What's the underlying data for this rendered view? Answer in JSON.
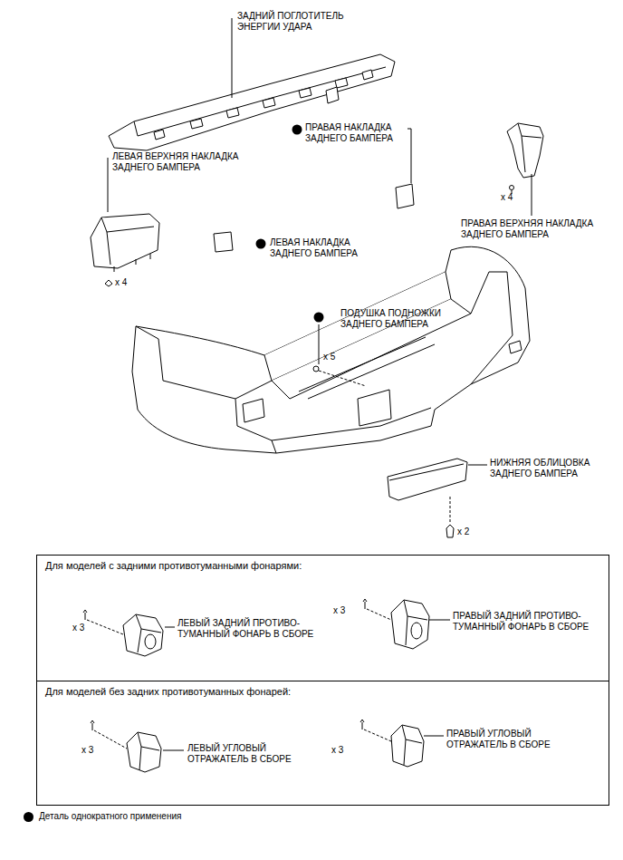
{
  "diagram": {
    "nodes": [
      {
        "text": [
          "Для моделей с задними противотуманными фонарями:"
        ]
      },
      {
        "text": [
          "Для моделей без задних противотуманных фонарей:"
        ]
      }
    ],
    "labels": [
      "ЗАДНИЙ ПОГЛОТИТЕЛЬ ЭНЕРГИИ УДАРА",
      "ПРАВАЯ НАКЛАДКА ЗАДНЕГО БАМПЕРА",
      "ЛЕВАЯ ВЕРХНЯЯ НАКЛАДКА ЗАДНЕГО БАМПЕРА",
      "x 4",
      "ПРАВАЯ ВЕРХНЯЯ НАКЛАДКА ЗАДНЕГО БАМПЕРА",
      "ЛЕВАЯ НАКЛАДКА ЗАДНЕГО БАМПЕРА",
      "x 4",
      "ПОДУШКА ПОДНОЖКИ ЗАДНЕГО БАМПЕРА",
      "x 5",
      "НИЖНЯЯ ОБЛИЦОВКА ЗАДНЕГО БАМПЕРА",
      "x 2",
      "x 3",
      "ЛЕВЫЙ ЗАДНИЙ ПРОТИВО- ТУМАННЫЙ ФОНАРЬ В СБОРЕ",
      "x 3",
      "ПРАВЫЙ ЗАДНИЙ ПРОТИВО- ТУМАННЫЙ ФОНАРЬ В СБОРЕ",
      "x 3",
      "ЛЕВЫЙ УГЛОВЫЙ ОТРАЖАТЕЛЬ В СБОРЕ",
      "x 3",
      "ПРАВЫЙ УГЛОВЫЙ ОТРАЖАТЕЛЬ В СБОРЕ"
    ],
    "legend": [
      {
        "text": "Деталь однократного применения"
      }
    ]
  }
}
